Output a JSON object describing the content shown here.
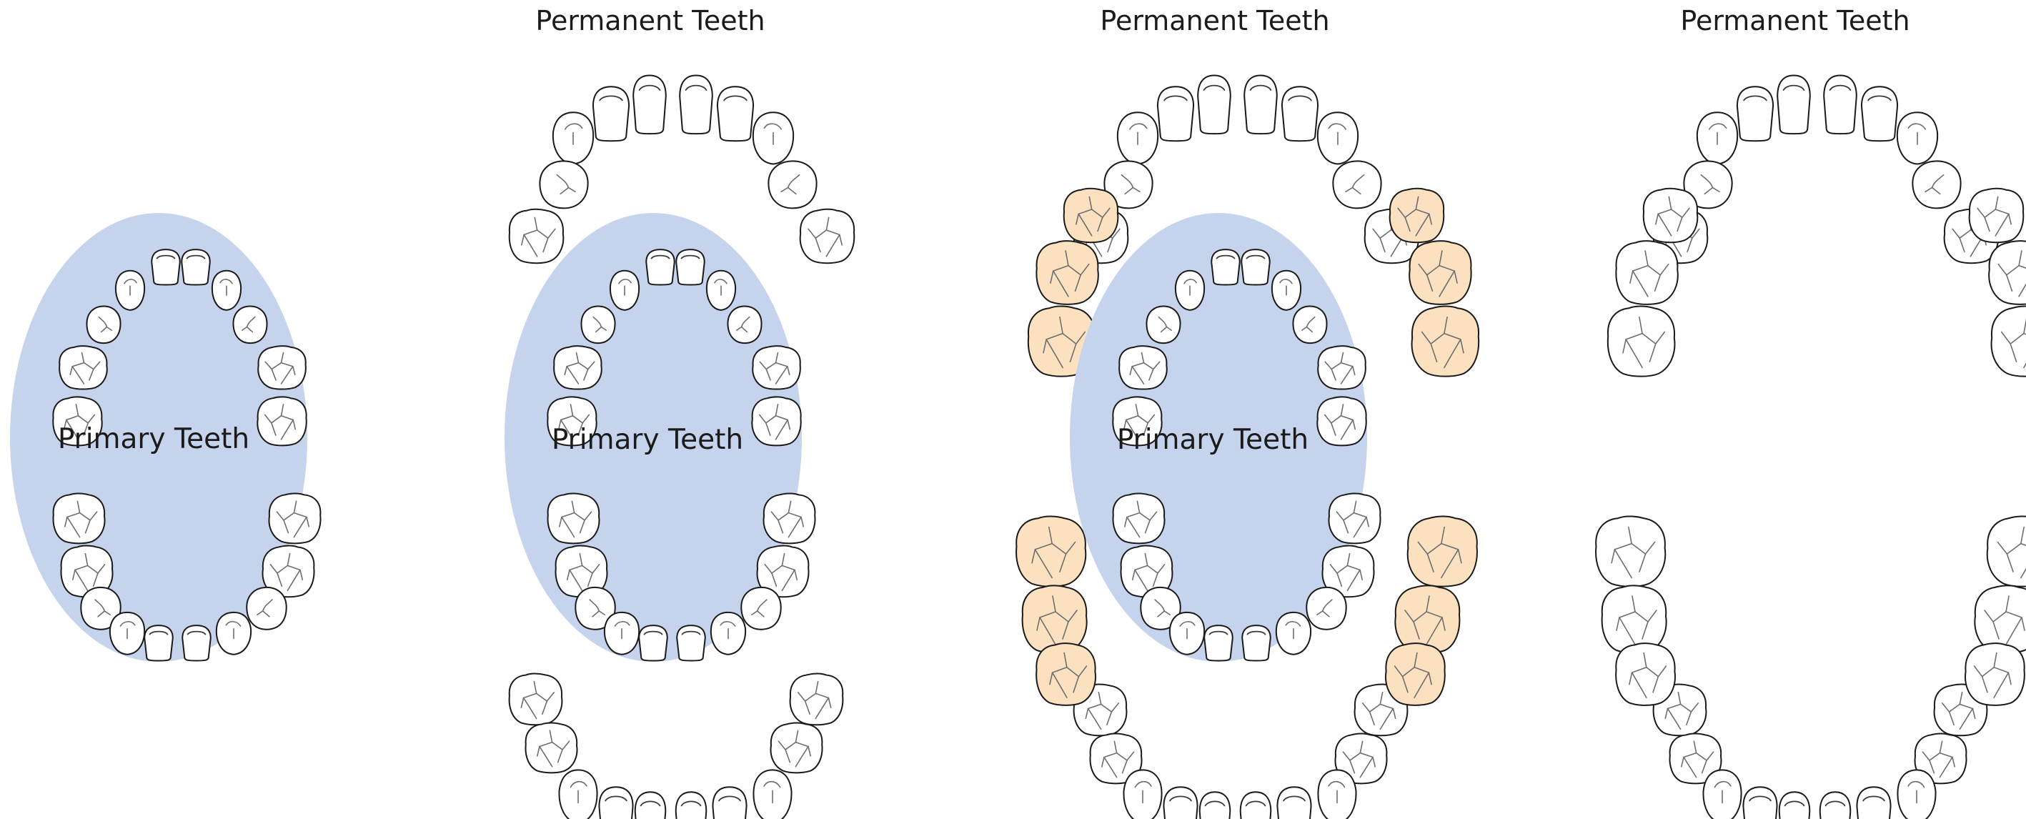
{
  "panels": [
    {
      "id": "p1",
      "title": "",
      "primary_label": "Primary Teeth",
      "show_primary": true,
      "show_permanent": false,
      "highlight_premolars": false
    },
    {
      "id": "p2",
      "title": "Permanent Teeth",
      "primary_label": "Primary Teeth",
      "show_primary": true,
      "show_permanent": true,
      "highlight_premolars": false
    },
    {
      "id": "p3",
      "title": "Permanent Teeth",
      "primary_label": "Primary Teeth",
      "show_primary": true,
      "show_permanent": true,
      "highlight_premolars": true
    },
    {
      "id": "p4",
      "title": "Permanent Teeth",
      "primary_label": "",
      "show_primary": false,
      "show_permanent": true,
      "highlight_premolars": false
    }
  ],
  "colors": {
    "primary_arch": "#c6d3ec",
    "tooth_fill": "#ffffff",
    "highlighted_tooth_fill": "#fbe1c0",
    "outline": "#1a1a1a"
  }
}
